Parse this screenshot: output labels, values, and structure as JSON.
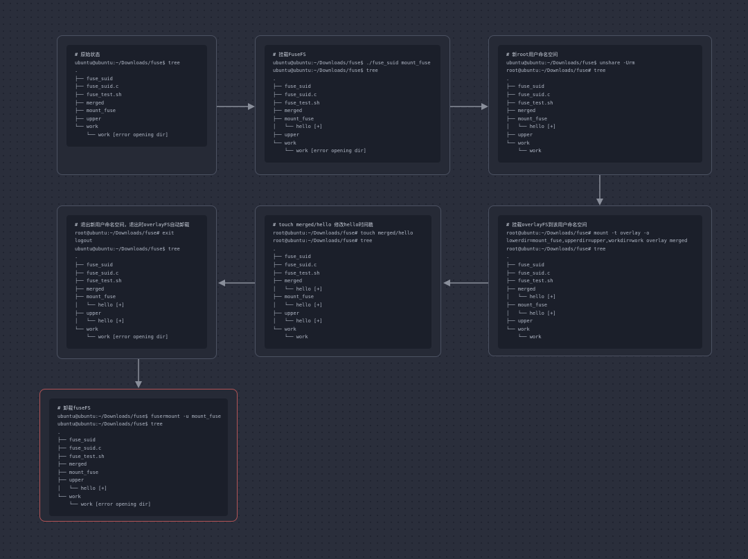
{
  "canvas": {
    "nodes": [
      {
        "id": "original-state",
        "title": "# 原始状态",
        "lines": [
          "ubuntu@ubuntu:~/Downloads/fuse$ tree",
          ".",
          "├── fuse_suid",
          "├── fuse_suid.c",
          "├── fuse_test.sh",
          "├── merged",
          "├── mount_fuse",
          "├── upper",
          "└── work",
          "    └── work [error opening dir]"
        ]
      },
      {
        "id": "mount-fusefs",
        "title": "# 挂载FuseFS",
        "lines": [
          "ubuntu@ubuntu:~/Downloads/fuse$ ./fuse_suid mount_fuse",
          "ubuntu@ubuntu:~/Downloads/fuse$ tree",
          ".",
          "├── fuse_suid",
          "├── fuse_suid.c",
          "├── fuse_test.sh",
          "├── merged",
          "├── mount_fuse",
          "│   └── hello [+]",
          "├── upper",
          "└── work",
          "    └── work [error opening dir]"
        ]
      },
      {
        "id": "new-root-userns",
        "title": "# 新root用户命名空间",
        "lines": [
          "ubuntu@ubuntu:~/Downloads/fuse$ unshare -Urm",
          "root@ubuntu:~/Downloads/fuse# tree",
          ".",
          "├── fuse_suid",
          "├── fuse_suid.c",
          "├── fuse_test.sh",
          "├── merged",
          "├── mount_fuse",
          "│   └── hello [+]",
          "├── upper",
          "└── work",
          "    └── work"
        ]
      },
      {
        "id": "mount-overlayfs",
        "title": "# 挂载overlayFS到该用户命名空间",
        "lines": [
          "root@ubuntu:~/Downloads/fuse# mount -t overlay -o",
          "lowerdir=mount_fuse,upperdir=upper,workdir=work overlay merged",
          "root@ubuntu:~/Downloads/fuse# tree",
          ".",
          "├── fuse_suid",
          "├── fuse_suid.c",
          "├── fuse_test.sh",
          "├── merged",
          "│   └── hello [+]",
          "├── mount_fuse",
          "│   └── hello [+]",
          "├── upper",
          "└── work",
          "    └── work"
        ]
      },
      {
        "id": "touch-merged-hello",
        "title": "# touch merged/hello 修改hello时间戳",
        "lines": [
          "root@ubuntu:~/Downloads/fuse# touch merged/hello",
          "root@ubuntu:~/Downloads/fuse# tree",
          ".",
          "├── fuse_suid",
          "├── fuse_suid.c",
          "├── fuse_test.sh",
          "├── merged",
          "│   └── hello [+]",
          "├── mount_fuse",
          "│   └── hello [+]",
          "├── upper",
          "│   └── hello [+]",
          "└── work",
          "    └── work"
        ]
      },
      {
        "id": "exit-userns",
        "title": "# 退出新用户命名空间，退出时overlayFS自动卸载",
        "lines": [
          "root@ubuntu:~/Downloads/fuse# exit",
          "logout",
          "ubuntu@ubuntu:~/Downloads/fuse$ tree",
          ".",
          "├── fuse_suid",
          "├── fuse_suid.c",
          "├── fuse_test.sh",
          "├── merged",
          "├── mount_fuse",
          "│   └── hello [+]",
          "├── upper",
          "│   └── hello [+]",
          "└── work",
          "    └── work [error opening dir]"
        ]
      },
      {
        "id": "unmount-fusefs",
        "title": "# 卸载fuseFS",
        "highlighted": true,
        "lines": [
          "ubuntu@ubuntu:~/Downloads/fuse$ fusermount -u mount_fuse",
          "ubuntu@ubuntu:~/Downloads/fuse$ tree",
          ".",
          "├── fuse_suid",
          "├── fuse_suid.c",
          "├── fuse_test.sh",
          "├── merged",
          "├── mount_fuse",
          "├── upper",
          "│   └── hello [+]",
          "└── work",
          "    └── work [error opening dir]"
        ]
      }
    ],
    "edges": [
      {
        "from": "original-state",
        "to": "mount-fusefs"
      },
      {
        "from": "mount-fusefs",
        "to": "new-root-userns"
      },
      {
        "from": "new-root-userns",
        "to": "mount-overlayfs"
      },
      {
        "from": "mount-overlayfs",
        "to": "touch-merged-hello"
      },
      {
        "from": "touch-merged-hello",
        "to": "exit-userns"
      },
      {
        "from": "exit-userns",
        "to": "unmount-fusefs"
      }
    ]
  },
  "colors": {
    "background": "#2a2e3b",
    "dot_grid": "#1f2330",
    "node_background": "#262a36",
    "node_border": "#4c5262",
    "terminal_background": "#1b1f2a",
    "text": "#b0b7c5",
    "arrow": "#8a8f9b",
    "highlight_border": "#b25456"
  }
}
